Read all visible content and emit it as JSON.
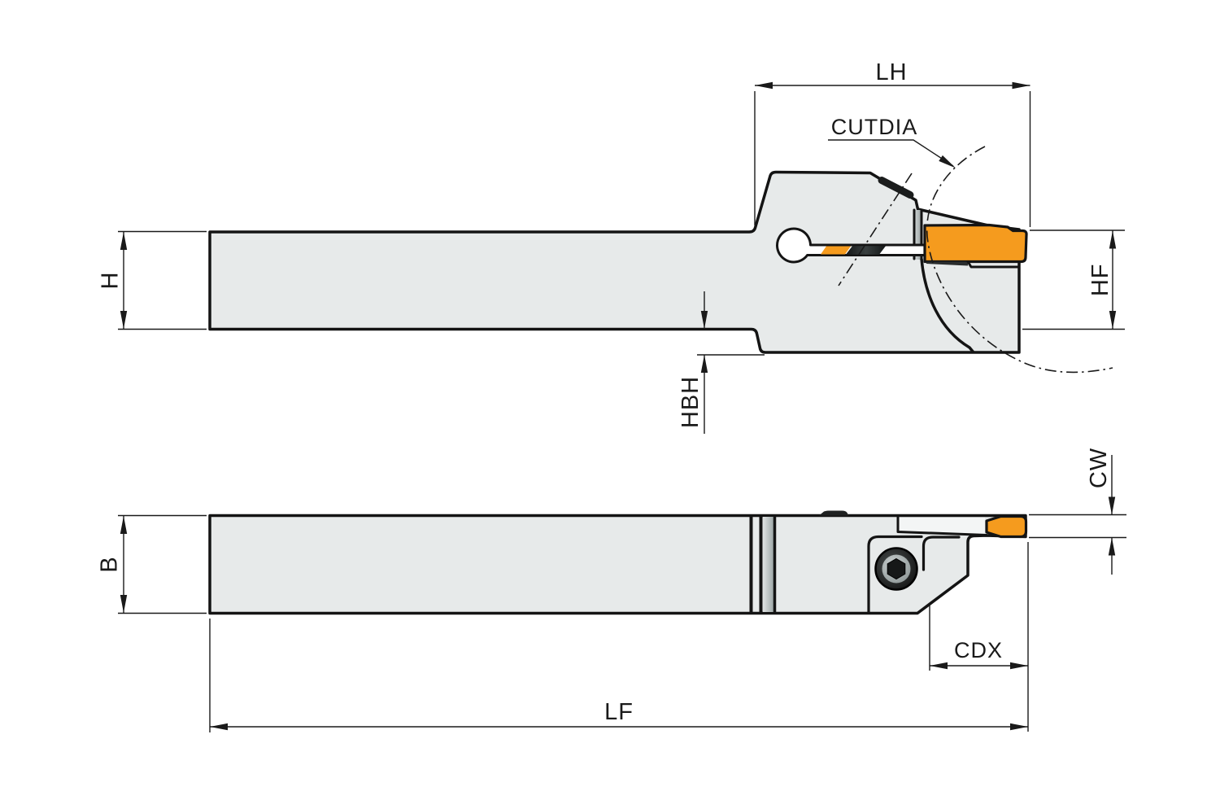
{
  "diagram": {
    "type": "technical-drawing",
    "description": "Parting and grooving tool holder shown in two orthographic views with dimension callouts",
    "colors": {
      "body": "#e7eaea",
      "body_light": "#f3f5f5",
      "insert": "#f59b1e",
      "dark_part": "#1f2121",
      "outline": "#141414",
      "dimension": "#1a1a1a",
      "background": "#ffffff"
    }
  },
  "side_view": {
    "dims": {
      "h": {
        "label": "H"
      },
      "lh": {
        "label": "LH"
      },
      "hf": {
        "label": "HF"
      },
      "hbh": {
        "label": "HBH"
      },
      "cutdia": {
        "label": "CUTDIA"
      }
    }
  },
  "plan_view": {
    "dims": {
      "b": {
        "label": "B"
      },
      "cw": {
        "label": "CW"
      },
      "cdx": {
        "label": "CDX"
      },
      "lf": {
        "label": "LF"
      }
    }
  }
}
